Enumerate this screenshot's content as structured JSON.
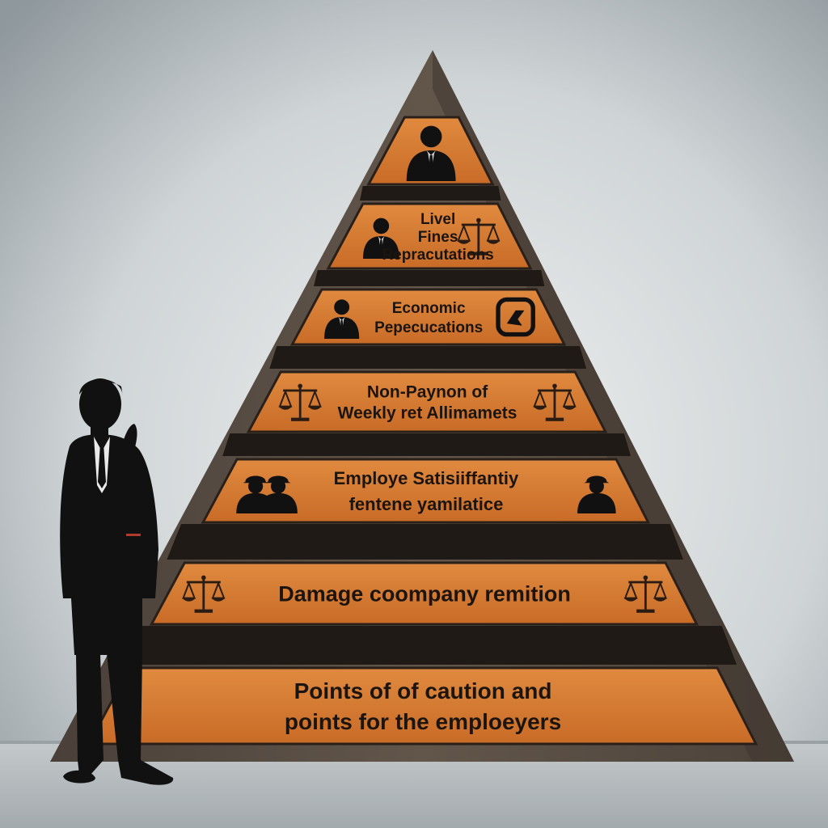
{
  "colors": {
    "background_top": "#8f989d",
    "background_mid": "#e3e6e7",
    "floor": "#b2b8bb",
    "pyramid_stone": "#5b5047",
    "pyramid_stone_dark": "#3a322c",
    "step_shadow": "#1f1a16",
    "panel_orange": "#d4772f",
    "panel_orange_light": "#e08a3f",
    "panel_border": "#2a201a",
    "silhouette": "#111111"
  },
  "pyramid": {
    "tiers": [
      {
        "id": "apex",
        "lines": [],
        "icons": [
          "businessman-icon"
        ]
      },
      {
        "id": "tier-2",
        "lines": [
          "Livel",
          "Fines",
          "Repracutations"
        ],
        "icons": [
          "businessman-icon",
          "scales-icon"
        ]
      },
      {
        "id": "tier-3",
        "lines": [
          "Economic",
          "Pepecucations"
        ],
        "icons": [
          "businessman-icon",
          "emblem-icon"
        ]
      },
      {
        "id": "tier-4",
        "lines": [
          "Non-Paynon of",
          "Weekly ret Allimamets"
        ],
        "icons": [
          "scales-icon",
          "scales-icon"
        ]
      },
      {
        "id": "tier-5",
        "lines": [
          "Employe Satisiiffantiy",
          "fentene yamilatice"
        ],
        "icons": [
          "workers-icon",
          "worker-icon"
        ]
      },
      {
        "id": "tier-6",
        "lines": [
          "Damage coompany remition"
        ],
        "icons": [
          "scales-icon",
          "scales-icon"
        ]
      },
      {
        "id": "tier-7",
        "lines": [
          "Points of of caution and",
          "points for the emploeyers"
        ],
        "icons": []
      }
    ]
  }
}
